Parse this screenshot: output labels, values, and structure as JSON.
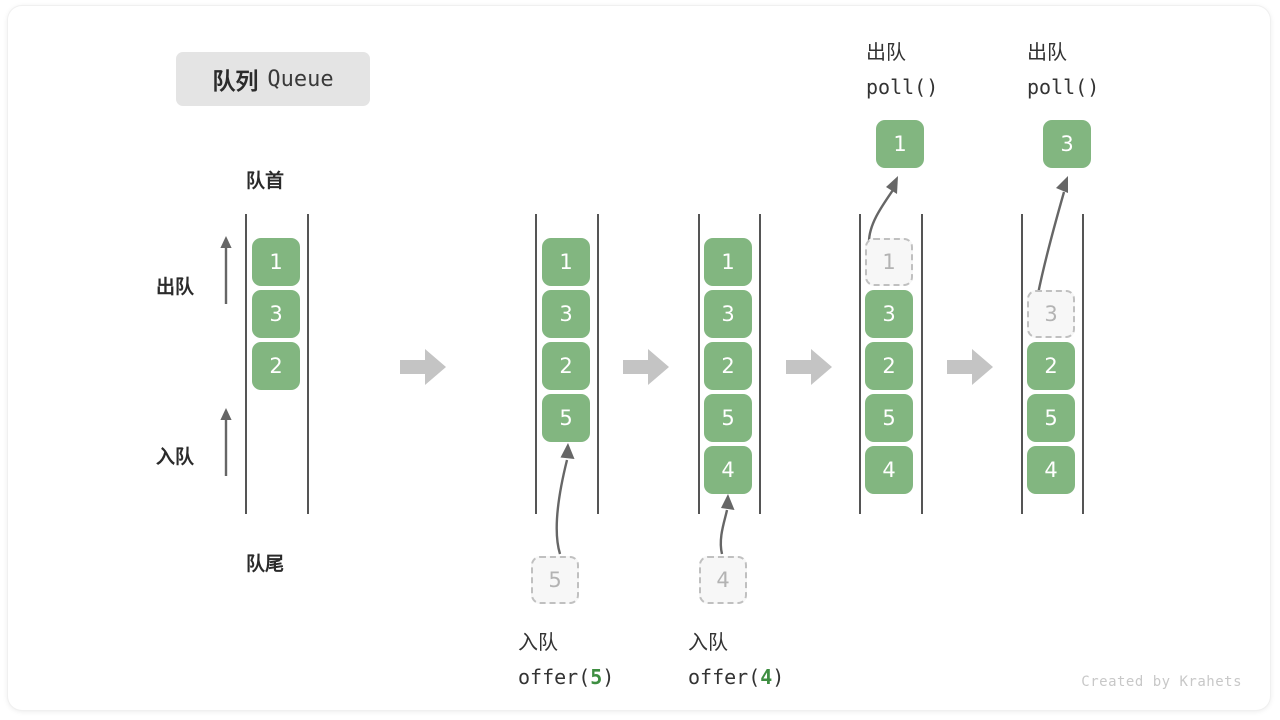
{
  "title": {
    "cn": "队列",
    "en": "Queue"
  },
  "credit": "Created by Krahets",
  "colors": {
    "cell_fill": "#82b680",
    "cell_text": "#ffffff",
    "ghost_fill": "#f7f7f7",
    "ghost_border": "#c0c0c0",
    "ghost_text": "#b3b3b3",
    "rail": "#555555",
    "block_arrow": "#c4c4c4",
    "thin_arrow": "#666666",
    "badge_bg": "#e4e4e4",
    "highlight_number": "#3e8e41",
    "label_text": "#2b2b2b"
  },
  "annotations": {
    "front": "队首",
    "rear": "队尾",
    "dequeue": "出队",
    "enqueue": "入队"
  },
  "stages": [
    {
      "id": "initial",
      "cells": [
        {
          "value": "1",
          "state": "filled"
        },
        {
          "value": "3",
          "state": "filled"
        },
        {
          "value": "2",
          "state": "filled"
        }
      ],
      "top_label_cn": "",
      "top_label_code": "",
      "bottom_label_cn": "",
      "bottom_label_code": "",
      "popped": null,
      "incoming": null
    },
    {
      "id": "offer-5",
      "cells": [
        {
          "value": "1",
          "state": "filled"
        },
        {
          "value": "3",
          "state": "filled"
        },
        {
          "value": "2",
          "state": "filled"
        },
        {
          "value": "5",
          "state": "filled"
        }
      ],
      "top_label_cn": "",
      "top_label_code": "",
      "bottom_label_cn": "入队",
      "bottom_label_code": "offer(5)",
      "bottom_label_code_pre": "offer(",
      "bottom_label_code_arg": "5",
      "bottom_label_code_post": ")",
      "popped": null,
      "incoming": {
        "value": "5"
      }
    },
    {
      "id": "offer-4",
      "cells": [
        {
          "value": "1",
          "state": "filled"
        },
        {
          "value": "3",
          "state": "filled"
        },
        {
          "value": "2",
          "state": "filled"
        },
        {
          "value": "5",
          "state": "filled"
        },
        {
          "value": "4",
          "state": "filled"
        }
      ],
      "top_label_cn": "",
      "top_label_code": "",
      "bottom_label_cn": "入队",
      "bottom_label_code": "offer(4)",
      "bottom_label_code_pre": "offer(",
      "bottom_label_code_arg": "4",
      "bottom_label_code_post": ")",
      "popped": null,
      "incoming": {
        "value": "4"
      }
    },
    {
      "id": "poll-1",
      "cells": [
        {
          "value": "1",
          "state": "ghost"
        },
        {
          "value": "3",
          "state": "filled"
        },
        {
          "value": "2",
          "state": "filled"
        },
        {
          "value": "5",
          "state": "filled"
        },
        {
          "value": "4",
          "state": "filled"
        }
      ],
      "top_label_cn": "出队",
      "top_label_code": "poll()",
      "bottom_label_cn": "",
      "bottom_label_code": "",
      "popped": {
        "value": "1"
      },
      "incoming": null
    },
    {
      "id": "poll-3",
      "cells": [
        {
          "value": "3",
          "state": "ghost"
        },
        {
          "value": "2",
          "state": "filled"
        },
        {
          "value": "5",
          "state": "filled"
        },
        {
          "value": "4",
          "state": "filled"
        }
      ],
      "top_label_cn": "出队",
      "top_label_code": "poll()",
      "bottom_label_cn": "",
      "bottom_label_code": "",
      "popped": {
        "value": "3"
      },
      "incoming": null
    }
  ]
}
